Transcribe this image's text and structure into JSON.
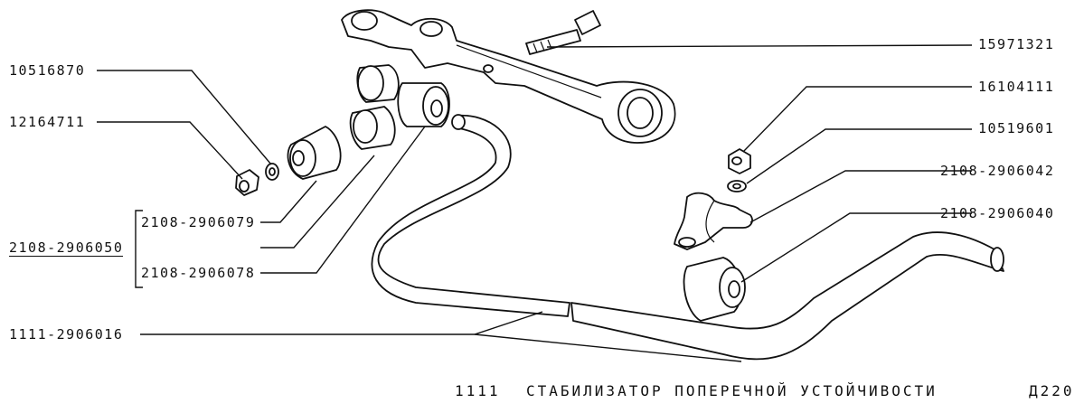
{
  "labels": {
    "p10516870": "10516870",
    "p12164711": "12164711",
    "p2108_2906079": "2108-2906079",
    "p2108_2906050": "2108-2906050",
    "p2108_2906078": "2108-2906078",
    "p1111_2906016": "1111-2906016",
    "p15971321": "15971321",
    "p16104111": "16104111",
    "p10519601": "10519601",
    "p2108_2906042": "2108-2906042",
    "p2108_2906040": "2108-2906040"
  },
  "caption": {
    "model": "1111",
    "title": "СТАБИЛИЗАТОР ПОПЕРЕЧНОЙ УСТОЙЧИВОСТИ",
    "code": "Д220"
  }
}
